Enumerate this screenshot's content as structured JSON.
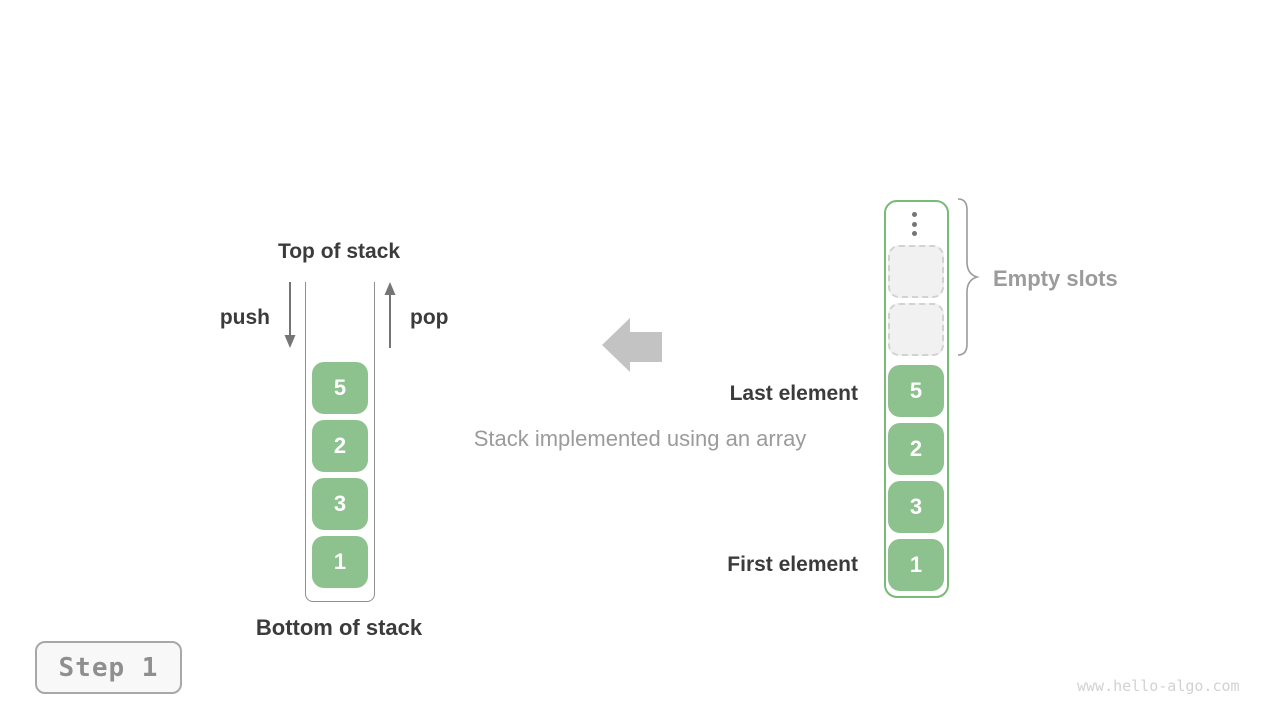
{
  "colors": {
    "element_green": "#8dc18e",
    "array_border_green": "#79ba79",
    "stack_outline_gray": "#8f8f8f",
    "dark_text": "#3b3b3b",
    "muted_text": "#9b9b9b",
    "big_arrow_gray": "#c3c3c3",
    "small_arrow_gray": "#757575",
    "empty_slot_fill": "#f1f1f1",
    "empty_slot_border": "#d2d2d2",
    "badge_bg": "#f8f8f8",
    "badge_text": "#8f8f8f",
    "watermark_text": "#d2d2d2"
  },
  "stack": {
    "top_label": "Top of stack",
    "bottom_label": "Bottom of stack",
    "push_label": "push",
    "pop_label": "pop",
    "elements": [
      "5",
      "2",
      "3",
      "1"
    ]
  },
  "caption": "Stack implemented using an array",
  "array": {
    "elements": [
      "5",
      "2",
      "3",
      "1"
    ],
    "empty_slot_count": 2,
    "empty_slots_label": "Empty slots",
    "last_element_label": "Last element",
    "first_element_label": "First element",
    "ellipsis_icon": "vertical-ellipsis"
  },
  "step_badge": {
    "label": "Step 1"
  },
  "watermark": "www.hello-algo.com"
}
